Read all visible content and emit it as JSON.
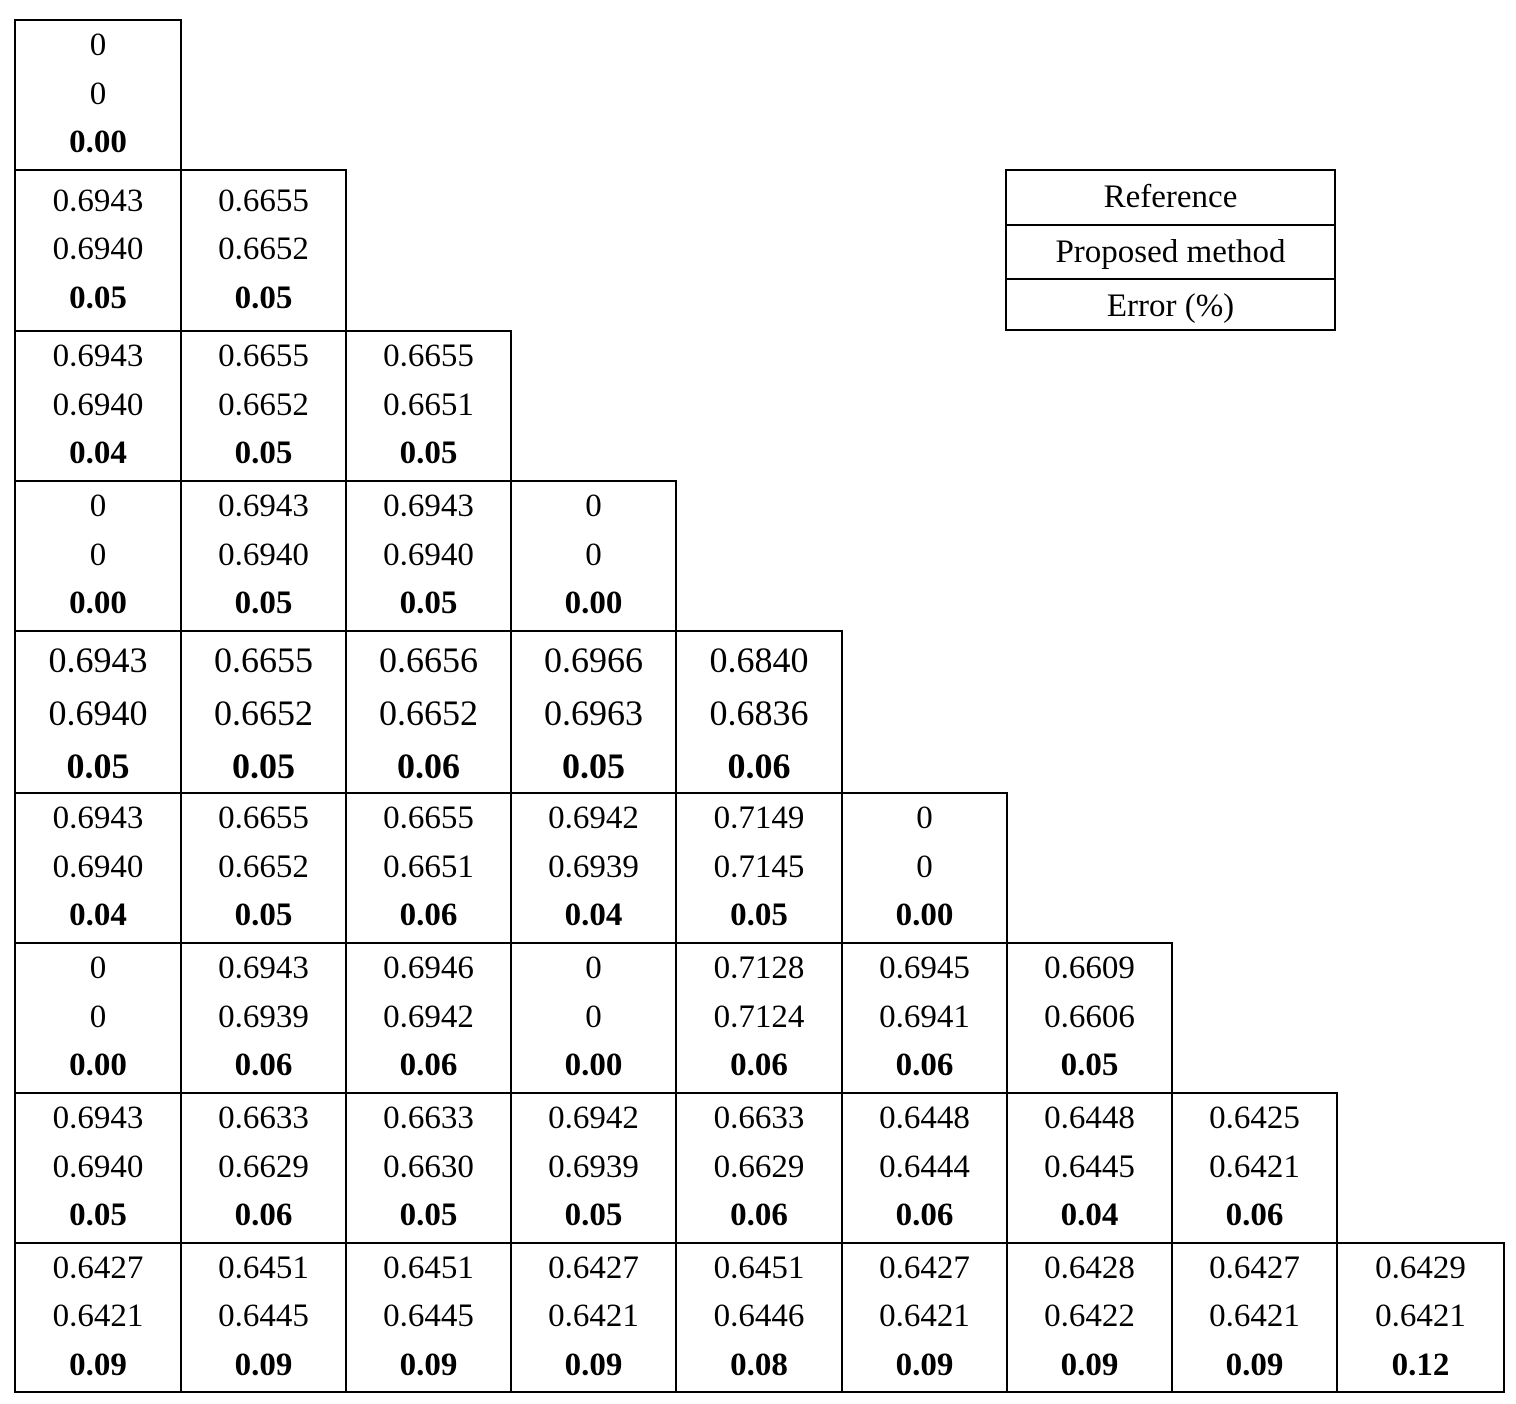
{
  "legend": {
    "reference": "Reference",
    "proposed": "Proposed method",
    "error": "Error (%)"
  },
  "chart_data": {
    "type": "table",
    "cell_line_labels": [
      "Reference",
      "Proposed method",
      "Error (%)"
    ],
    "rows": [
      [
        [
          "0",
          "0",
          "0.00"
        ]
      ],
      [
        [
          "0.6943",
          "0.6940",
          "0.05"
        ],
        [
          "0.6655",
          "0.6652",
          "0.05"
        ]
      ],
      [
        [
          "0.6943",
          "0.6940",
          "0.04"
        ],
        [
          "0.6655",
          "0.6652",
          "0.05"
        ],
        [
          "0.6655",
          "0.6651",
          "0.05"
        ]
      ],
      [
        [
          "0",
          "0",
          "0.00"
        ],
        [
          "0.6943",
          "0.6940",
          "0.05"
        ],
        [
          "0.6943",
          "0.6940",
          "0.05"
        ],
        [
          "0",
          "0",
          "0.00"
        ]
      ],
      [
        [
          "0.6943",
          "0.6940",
          "0.05"
        ],
        [
          "0.6655",
          "0.6652",
          "0.05"
        ],
        [
          "0.6656",
          "0.6652",
          "0.06"
        ],
        [
          "0.6966",
          "0.6963",
          "0.05"
        ],
        [
          "0.6840",
          "0.6836",
          "0.06"
        ]
      ],
      [
        [
          "0.6943",
          "0.6940",
          "0.04"
        ],
        [
          "0.6655",
          "0.6652",
          "0.05"
        ],
        [
          "0.6655",
          "0.6651",
          "0.06"
        ],
        [
          "0.6942",
          "0.6939",
          "0.04"
        ],
        [
          "0.7149",
          "0.7145",
          "0.05"
        ],
        [
          "0",
          "0",
          "0.00"
        ]
      ],
      [
        [
          "0",
          "0",
          "0.00"
        ],
        [
          "0.6943",
          "0.6939",
          "0.06"
        ],
        [
          "0.6946",
          "0.6942",
          "0.06"
        ],
        [
          "0",
          "0",
          "0.00"
        ],
        [
          "0.7128",
          "0.7124",
          "0.06"
        ],
        [
          "0.6945",
          "0.6941",
          "0.06"
        ],
        [
          "0.6609",
          "0.6606",
          "0.05"
        ]
      ],
      [
        [
          "0.6943",
          "0.6940",
          "0.05"
        ],
        [
          "0.6633",
          "0.6629",
          "0.06"
        ],
        [
          "0.6633",
          "0.6630",
          "0.05"
        ],
        [
          "0.6942",
          "0.6939",
          "0.05"
        ],
        [
          "0.6633",
          "0.6629",
          "0.06"
        ],
        [
          "0.6448",
          "0.6444",
          "0.06"
        ],
        [
          "0.6448",
          "0.6445",
          "0.04"
        ],
        [
          "0.6425",
          "0.6421",
          "0.06"
        ]
      ],
      [
        [
          "0.6427",
          "0.6421",
          "0.09"
        ],
        [
          "0.6451",
          "0.6445",
          "0.09"
        ],
        [
          "0.6451",
          "0.6445",
          "0.09"
        ],
        [
          "0.6427",
          "0.6421",
          "0.09"
        ],
        [
          "0.6451",
          "0.6446",
          "0.08"
        ],
        [
          "0.6427",
          "0.6421",
          "0.09"
        ],
        [
          "0.6428",
          "0.6422",
          "0.09"
        ],
        [
          "0.6427",
          "0.6421",
          "0.09"
        ],
        [
          "0.6429",
          "0.6421",
          "0.12"
        ]
      ]
    ]
  }
}
